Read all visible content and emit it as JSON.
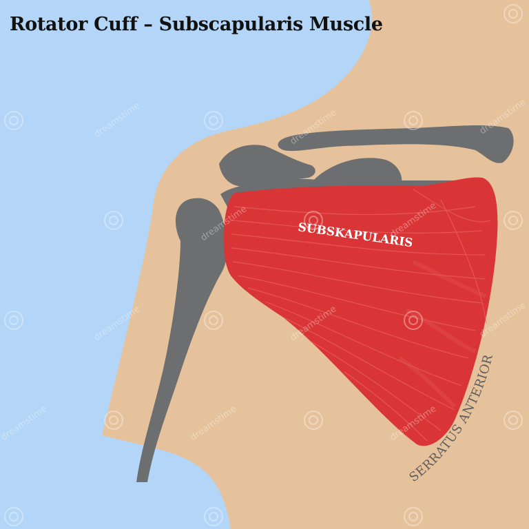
{
  "title": "Rotator Cuff – Subscapularis Muscle",
  "labels": {
    "muscle": "SUBSKAPULARIS",
    "serratus": "SERRATUS ANTERIOR"
  },
  "watermark": "dreamstime",
  "colors": {
    "background": "#b3d5f7",
    "skin": "#e6c29c",
    "bone": "#6d6e70",
    "muscle": "#d93536",
    "muscle_fiber": "#f07070"
  }
}
